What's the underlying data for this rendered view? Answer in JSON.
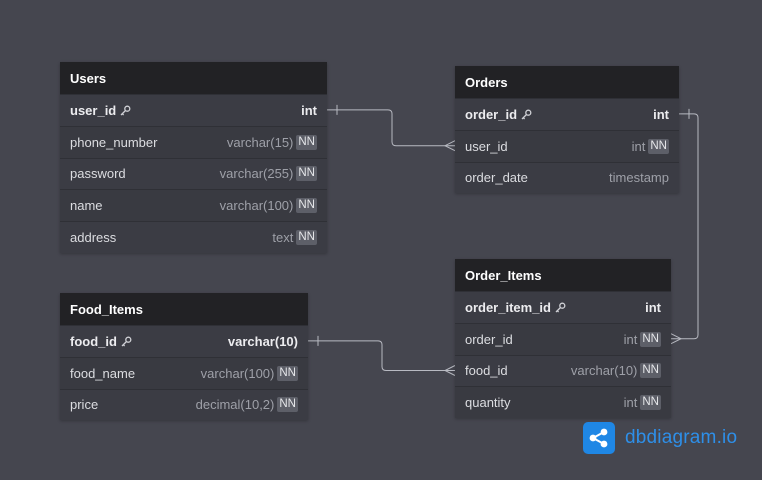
{
  "tables": [
    {
      "id": "users",
      "name": "Users",
      "fields": [
        {
          "name": "user_id",
          "type": "int",
          "pk": true,
          "nn": false
        },
        {
          "name": "phone_number",
          "type": "varchar(15)",
          "pk": false,
          "nn": true
        },
        {
          "name": "password",
          "type": "varchar(255)",
          "pk": false,
          "nn": true
        },
        {
          "name": "name",
          "type": "varchar(100)",
          "pk": false,
          "nn": true
        },
        {
          "name": "address",
          "type": "text",
          "pk": false,
          "nn": true
        }
      ]
    },
    {
      "id": "orders",
      "name": "Orders",
      "fields": [
        {
          "name": "order_id",
          "type": "int",
          "pk": true,
          "nn": false
        },
        {
          "name": "user_id",
          "type": "int",
          "pk": false,
          "nn": true
        },
        {
          "name": "order_date",
          "type": "timestamp",
          "pk": false,
          "nn": false
        }
      ]
    },
    {
      "id": "order_items",
      "name": "Order_Items",
      "fields": [
        {
          "name": "order_item_id",
          "type": "int",
          "pk": true,
          "nn": false
        },
        {
          "name": "order_id",
          "type": "int",
          "pk": false,
          "nn": true
        },
        {
          "name": "food_id",
          "type": "varchar(10)",
          "pk": false,
          "nn": true
        },
        {
          "name": "quantity",
          "type": "int",
          "pk": false,
          "nn": true
        }
      ]
    },
    {
      "id": "food_items",
      "name": "Food_Items",
      "fields": [
        {
          "name": "food_id",
          "type": "varchar(10)",
          "pk": true,
          "nn": false
        },
        {
          "name": "food_name",
          "type": "varchar(100)",
          "pk": false,
          "nn": true
        },
        {
          "name": "price",
          "type": "decimal(10,2)",
          "pk": false,
          "nn": true
        }
      ]
    }
  ],
  "nn_label": "NN",
  "relationships": [
    {
      "from": "Users.user_id",
      "to": "Orders.user_id",
      "kind": "one-to-many"
    },
    {
      "from": "Orders.order_id",
      "to": "Order_Items.order_id",
      "kind": "one-to-many"
    },
    {
      "from": "Food_Items.food_id",
      "to": "Order_Items.food_id",
      "kind": "one-to-many"
    }
  ],
  "brand": {
    "text": "dbdiagram.io",
    "color": "#2e8fe8",
    "logo_color": "#1f87e5"
  },
  "colors": {
    "background": "#45464f",
    "header": "#222225",
    "line": "#b8bac2"
  }
}
